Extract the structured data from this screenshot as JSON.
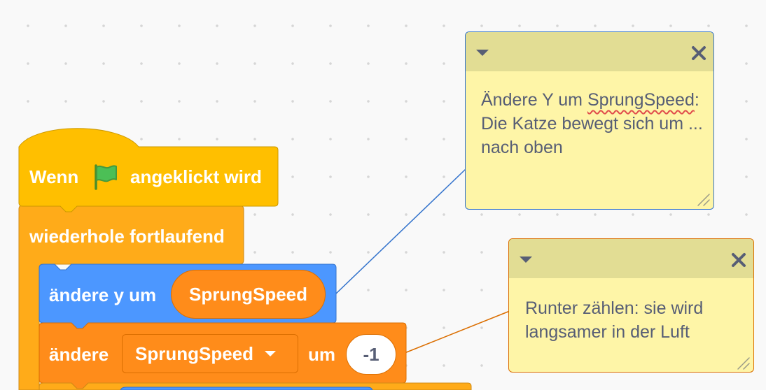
{
  "script": {
    "hat_block": {
      "prefix": "Wenn",
      "flag_icon": "green-flag-icon",
      "suffix": "angeklickt wird"
    },
    "forever_block": {
      "label": "wiederhole fortlaufend"
    },
    "change_y_block": {
      "label": "ändere y um",
      "reporter": "SprungSpeed"
    },
    "change_var_block": {
      "label": "ändere",
      "variable": "SprungSpeed",
      "by_label": "um",
      "value": "-1"
    }
  },
  "comments": [
    {
      "text_prefix": "Ändere Y um ",
      "misspelled_word": "SprungSpeed",
      "text_suffix": ": Die Katze bewegt sich um ... nach oben",
      "collapse_icon": "caret-down-icon",
      "close_icon": "close-icon",
      "resize_icon": "resize-handle-icon"
    },
    {
      "text": "Runter zählen: sie wird langsamer in der Luft",
      "collapse_icon": "caret-down-icon",
      "close_icon": "close-icon",
      "resize_icon": "resize-handle-icon"
    }
  ],
  "colors": {
    "events": "#ffbf00",
    "control": "#ffab19",
    "motion": "#4c97ff",
    "variables": "#ff8c1a",
    "comment_bg": "#fef5a7",
    "comment_header": "#e2dd94",
    "comment_border_motion": "#3373cc",
    "comment_border_variables": "#db6e00"
  }
}
